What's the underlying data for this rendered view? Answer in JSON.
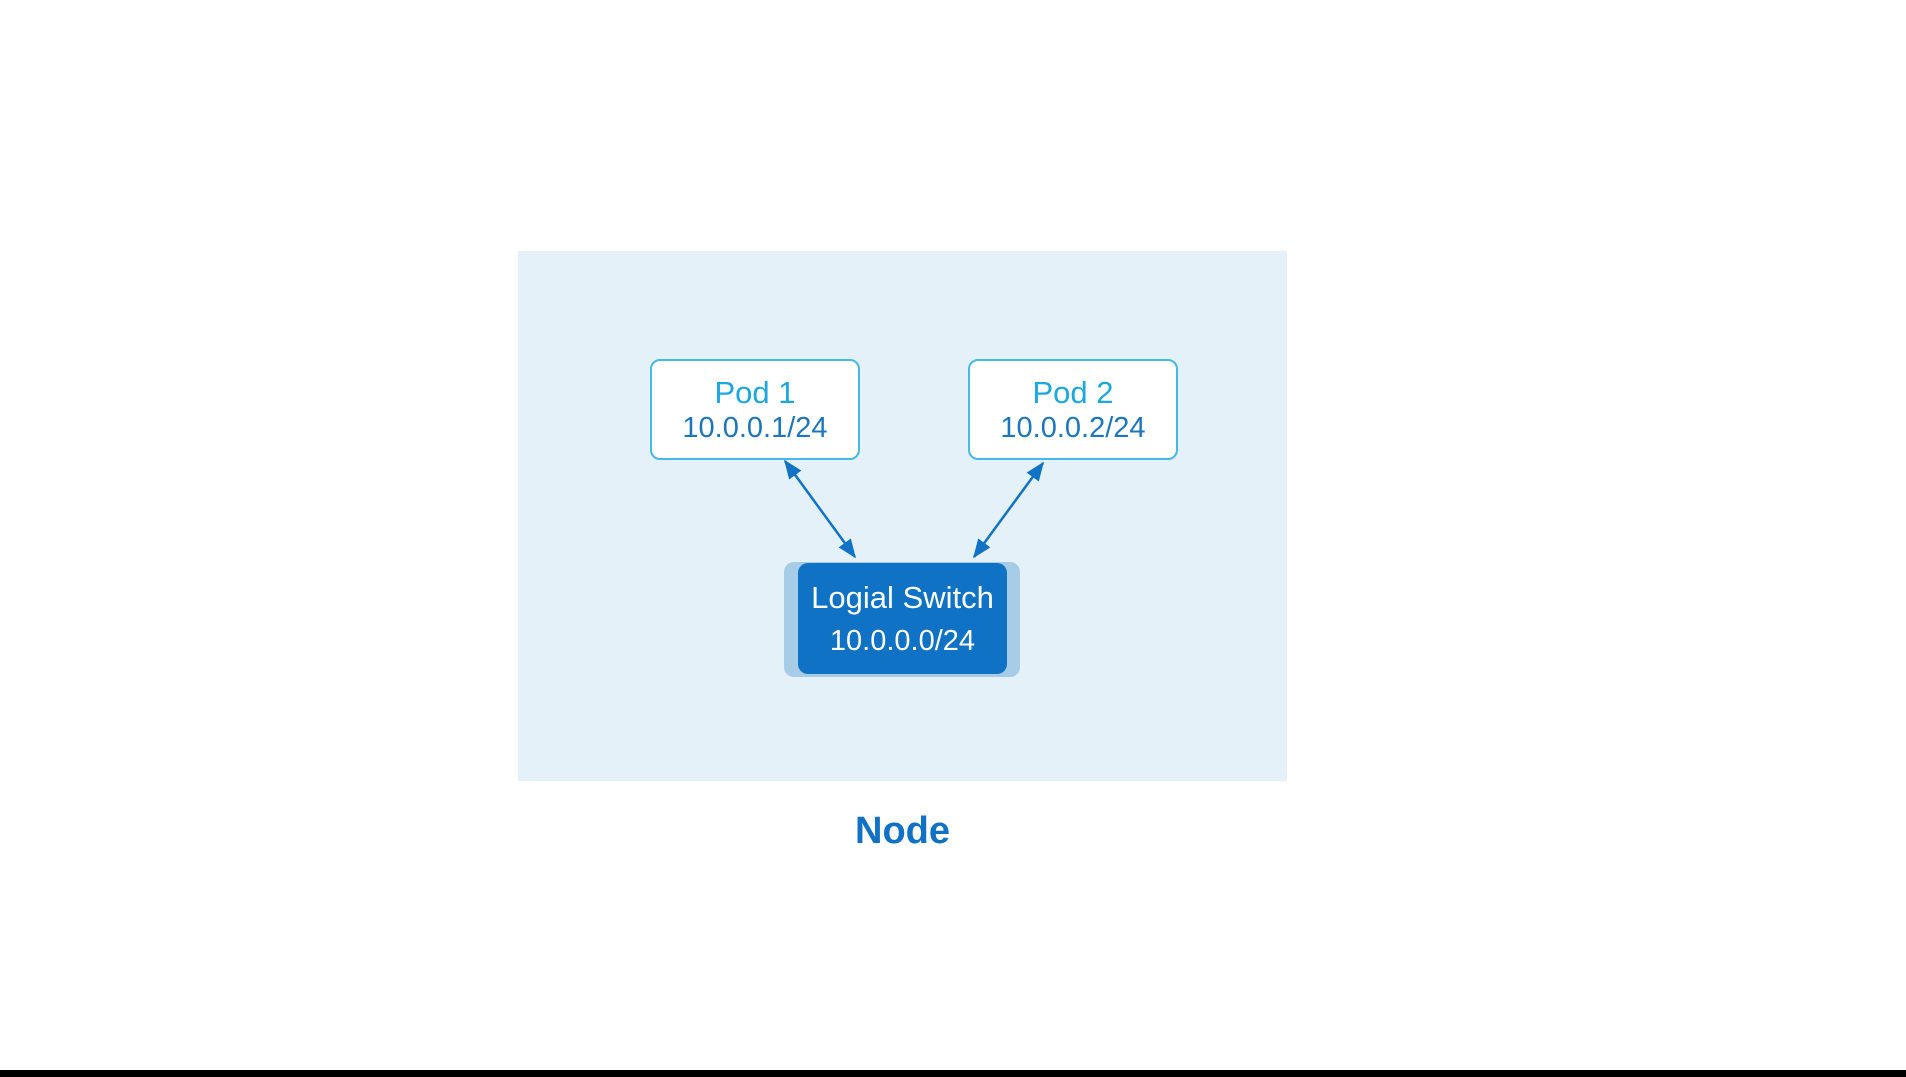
{
  "diagram": {
    "panel_label": "Node",
    "pods": [
      {
        "name": "Pod 1",
        "ip": "10.0.0.1/24"
      },
      {
        "name": "Pod 2",
        "ip": "10.0.0.2/24"
      }
    ],
    "logical_switch": {
      "name": "Logial Switch",
      "ip": "10.0.0.0/24"
    }
  },
  "colors": {
    "page_bg": "#ffffff",
    "panel_bg": "#e4f1f9",
    "pod_border": "#45b9e8",
    "pod_name": "#1ba7e2",
    "pod_ip": "#1b76bd",
    "switch_bg": "#0f72c4",
    "switch_shadow": "#a7cce8",
    "switch_text": "#ffffff",
    "arrow": "#1173c5",
    "node_label": "#1072c6",
    "bottom_bar": "#000000"
  }
}
